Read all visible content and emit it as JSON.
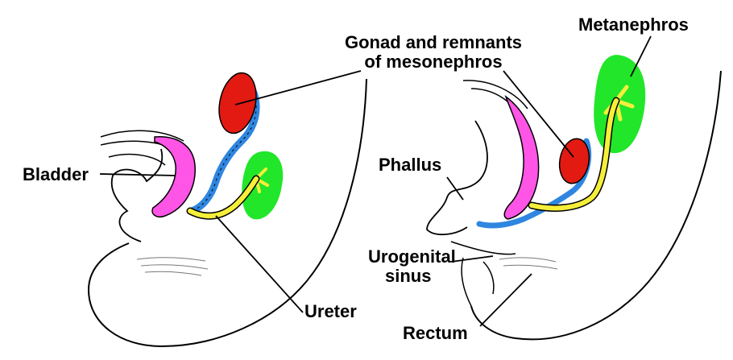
{
  "labels": {
    "gonad_line1": "Gonad and remnants",
    "gonad_line2": "of mesonephros",
    "metanephros": "Metanephros",
    "bladder": "Bladder",
    "phallus": "Phallus",
    "urogenital_line1": "Urogenital",
    "urogenital_line2": "sinus",
    "ureter": "Ureter",
    "rectum": "Rectum"
  },
  "colors": {
    "bladder_urogenital": "#ff55e6",
    "gonad": "#e21a12",
    "mesonephric_duct": "#2f86e0",
    "ureter": "#f5ef3a",
    "metanephros": "#22e62a",
    "outline": "#000000"
  }
}
